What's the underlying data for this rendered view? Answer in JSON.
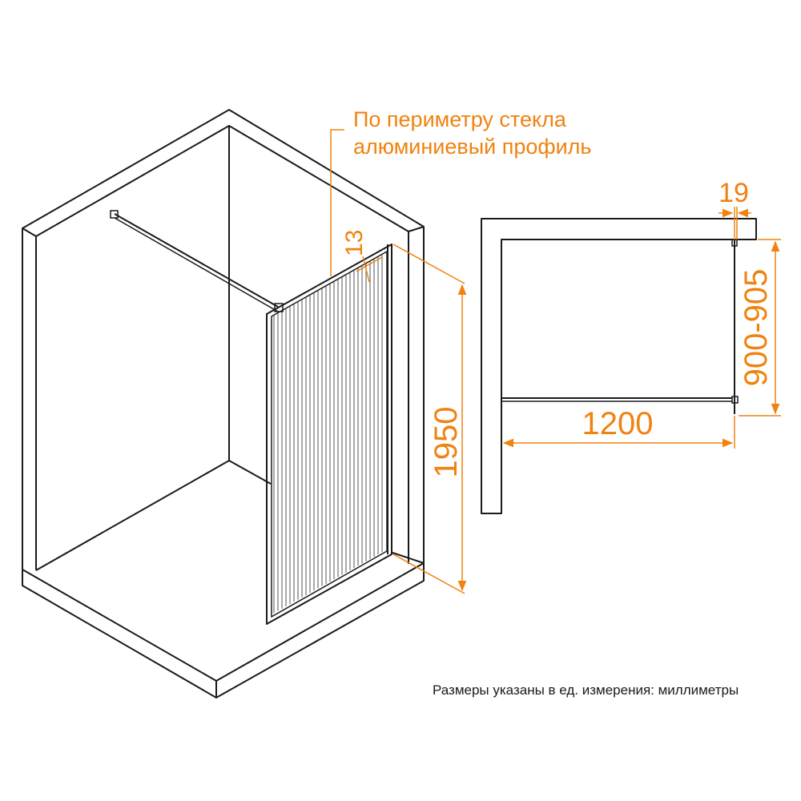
{
  "callout": {
    "line1": "По периметру стекла",
    "line2": "алюминиевый профиль"
  },
  "dimensions": {
    "profile_thickness": "13",
    "height": "1950",
    "wall_gap": "19",
    "depth_range": "900-905",
    "width": "1200"
  },
  "footer": {
    "units_note": "Размеры указаны в ед. измерения: миллиметры"
  },
  "colors": {
    "accent": "#f0820f",
    "ink": "#1a1a1a"
  }
}
